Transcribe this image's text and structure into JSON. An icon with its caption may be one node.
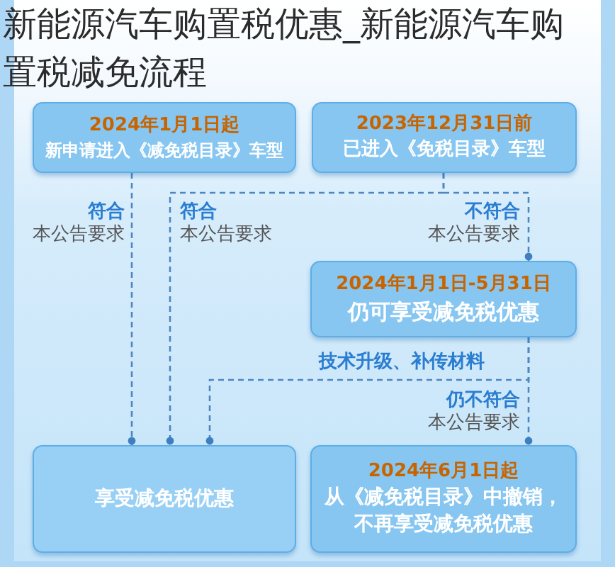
{
  "diagram": {
    "title": "新能源汽车购置税优惠_新能源汽车购置税减免流程",
    "nodes": [
      {
        "text": [
          "2024年1月1日起",
          "新申请进入《减免税目录》车型"
        ]
      },
      {
        "text": [
          "2023年12月31日前",
          "已进入《免税目录》车型"
        ]
      },
      {
        "text": [
          "2024年1月1日-5月31日",
          "仍可享受减免税优惠"
        ]
      },
      {
        "text": [
          "享受减免税优惠"
        ]
      },
      {
        "text": [
          "2024年6月1日起",
          "从《减免税目录》中撤销，不再享受减免税优惠"
        ]
      }
    ],
    "edges": [
      {
        "from": 0,
        "to": 3,
        "arrow": "other",
        "label": "**符合**本公告要求"
      },
      {
        "from": 1,
        "to": 3,
        "arrow": "other",
        "label": "**符合**本公告要求"
      },
      {
        "from": 1,
        "to": 2,
        "arrow": "other",
        "label": "**不符合**本公告要求"
      },
      {
        "from": 2,
        "to": 3,
        "arrow": "other",
        "label": "技术升级、补传材料"
      },
      {
        "from": 2,
        "to": 4,
        "arrow": "other",
        "label": "**仍不符合**本公告要求"
      }
    ]
  }
}
